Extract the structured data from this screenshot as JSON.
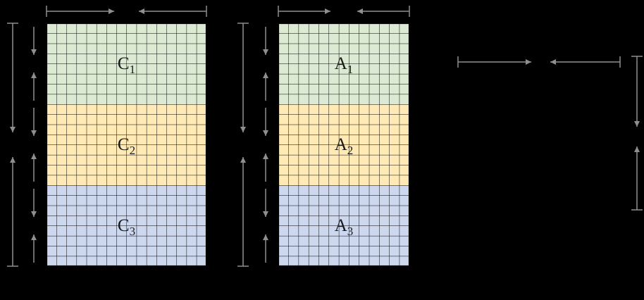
{
  "colors": {
    "background": "#000000",
    "arrow": "#8f8f8f",
    "grid_line": "#000000",
    "label_text": "#1a1a1a"
  },
  "matrices": {
    "c": {
      "blocks": [
        {
          "letter": "C",
          "sub": "1",
          "fill": "#dcead3"
        },
        {
          "letter": "C",
          "sub": "2",
          "fill": "#ffeab5"
        },
        {
          "letter": "C",
          "sub": "3",
          "fill": "#cdd8ef"
        }
      ]
    },
    "a": {
      "blocks": [
        {
          "letter": "A",
          "sub": "1",
          "fill": "#dcead3"
        },
        {
          "letter": "A",
          "sub": "2",
          "fill": "#ffeab5"
        },
        {
          "letter": "A",
          "sub": "3",
          "fill": "#cdd8ef"
        }
      ]
    }
  }
}
